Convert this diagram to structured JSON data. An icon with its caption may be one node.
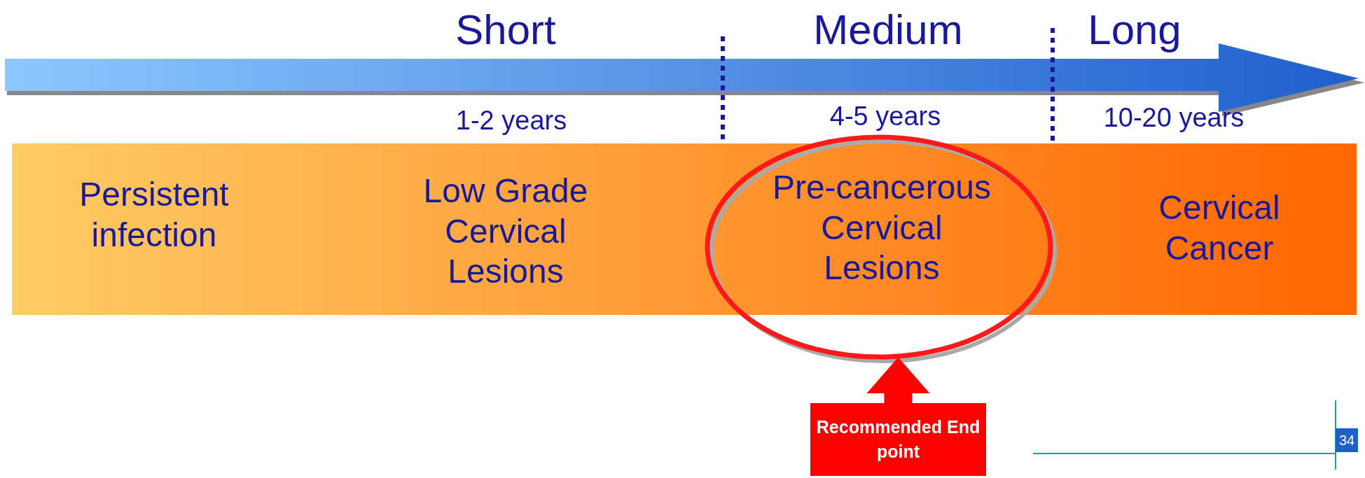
{
  "diagram": {
    "nodes": [
      {
        "text": [],
        "shape": "bar"
      },
      {
        "text": [
          "Persistent infection"
        ],
        "in": 0
      },
      {
        "text": [
          "Low Grade Cervical Lesions"
        ],
        "in": 0
      },
      {
        "text": [
          "Pre-cancerous Cervical Lesions"
        ]
      },
      {
        "text": [
          "Cervical Cancer"
        ],
        "in": 0
      },
      {
        "text": [],
        "shape": "circle"
      },
      {
        "text": [
          "Recommended End point"
        ]
      }
    ],
    "edges": [
      {
        "from": 6,
        "to": 5,
        "arrow": "to"
      }
    ],
    "labels": [
      "Short",
      "Medium",
      "Long",
      "1-2 years",
      "4-5 years",
      "10-20 years",
      "34"
    ]
  }
}
